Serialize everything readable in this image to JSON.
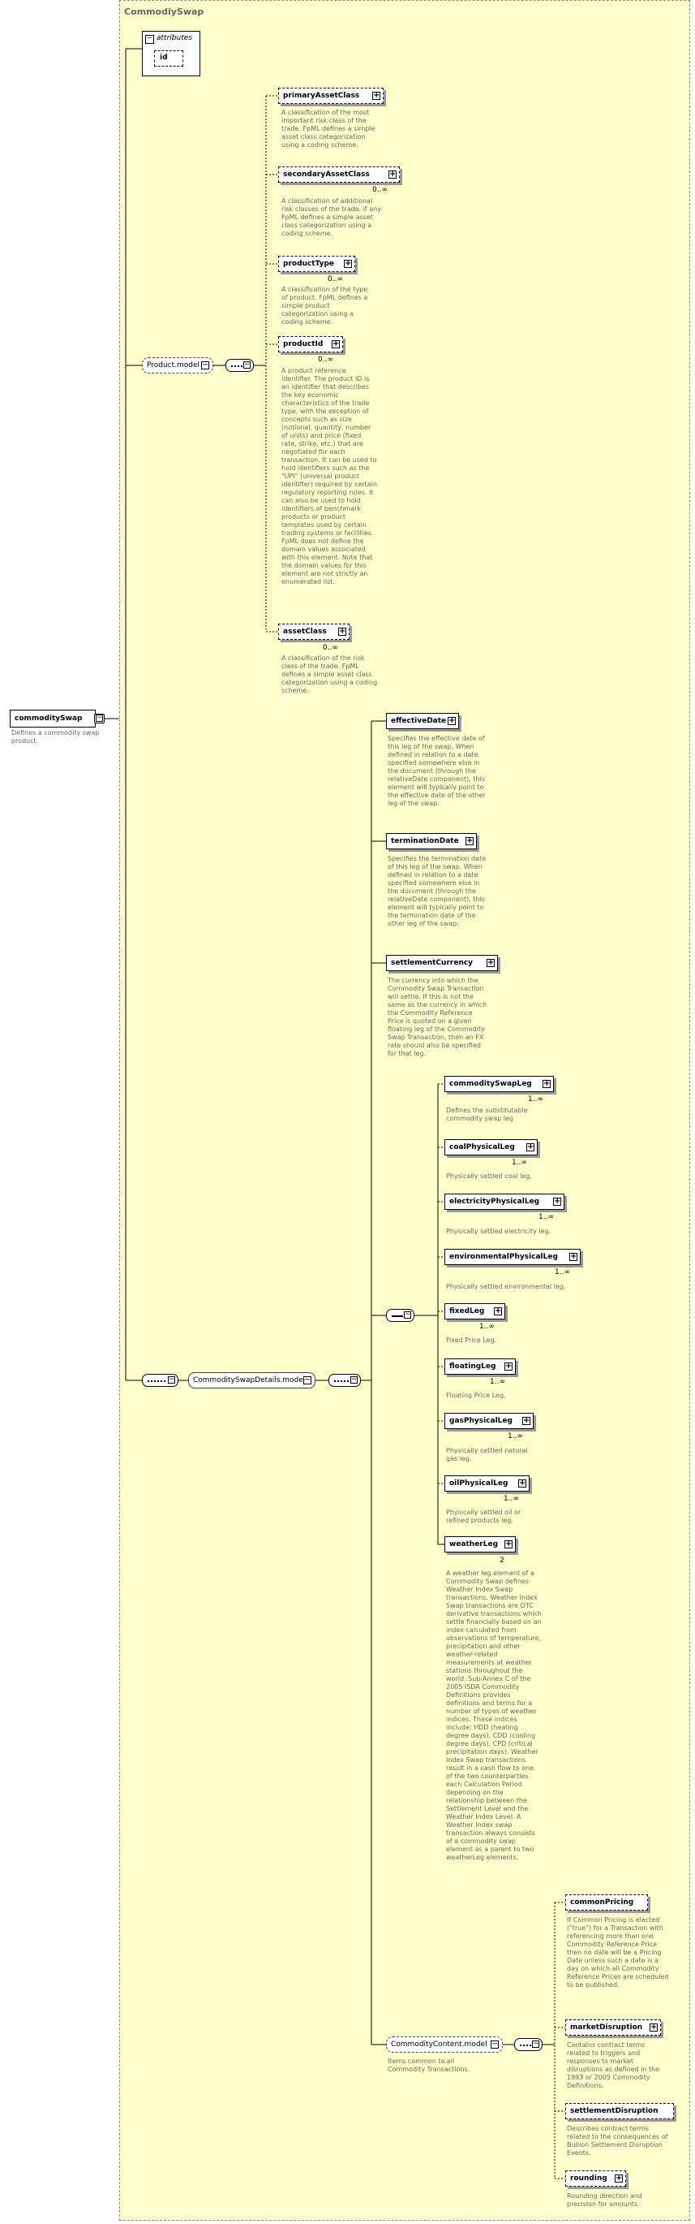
{
  "title": "CommodiySwap",
  "root": {
    "name": "commoditySwap",
    "doc": "Defines a commodity swap product."
  },
  "attributes": {
    "label": "attributes",
    "items": [
      "id"
    ]
  },
  "product_model": {
    "name": "Product.model",
    "children": [
      {
        "name": "primaryAssetClass",
        "occurs": "",
        "doc": "A classification of the most important risk class of the trade. FpML defines a simple asset class categorization using a coding scheme."
      },
      {
        "name": "secondaryAssetClass",
        "occurs": "0..∞",
        "doc": "A classification of additional risk classes of the trade, if any. FpML defines a simple asset class categorization using a coding scheme."
      },
      {
        "name": "productType",
        "occurs": "0..∞",
        "doc": "A classification of the type of product. FpML defines a simple product categorization using a coding scheme."
      },
      {
        "name": "productId",
        "occurs": "0..∞",
        "doc": "A product reference identifier. The product ID is an identifier that describes the key economic characteristics of the trade type, with the exception of concepts such as size (notional, quantity, number of units) and price (fixed rate, strike, etc.) that are negotiated for each transaction. It can be used to hold identifiers such as the \"UPI\" (universal product identifier) required by certain regulatory reporting rules. It can also be used to hold identifiers of benchmark products or product templates used by certain trading systems or facilities. FpML does not define the domain values associated with this element. Note that the domain values for this element are not strictly an enumerated list."
      },
      {
        "name": "assetClass",
        "occurs": "0..∞",
        "doc": "A classification of the risk class of the trade. FpML defines a simple asset class categorization using a coding scheme."
      }
    ]
  },
  "details_model": {
    "name": "CommoditySwapDetails.model",
    "children": [
      {
        "name": "effectiveDate",
        "doc": "Specifies the effective date of this leg of the swap. When defined in relation to a date specified somewhere else in the document (through the relativeDate component), this element will typically point to the effective date of the other leg of the swap."
      },
      {
        "name": "terminationDate",
        "doc": "Specifies the termination date of this leg of the swap. When defined in relation to a date specified somewhere else in the document (through the relativeDate component), this element will typically point to the termination date of the other leg of the swap."
      },
      {
        "name": "settlementCurrency",
        "doc": "The currency into which the Commodity Swap Transaction will settle. If this is not the same as the currency in which the Commodity Reference Price is quoted on a given floating leg of the Commodity Swap Transaction, then an FX rate should also be specified for that leg."
      }
    ],
    "choice": [
      {
        "name": "commoditySwapLeg",
        "occurs": "1..∞",
        "doc": "Defines the substitutable commodity swap leg"
      },
      {
        "name": "coalPhysicalLeg",
        "occurs": "1..∞",
        "doc": "Physically settled coal leg."
      },
      {
        "name": "electricityPhysicalLeg",
        "occurs": "1..∞",
        "doc": "Physically settled electricity leg."
      },
      {
        "name": "environmentalPhysicalLeg",
        "occurs": "1..∞",
        "doc": "Physically settled environmental leg."
      },
      {
        "name": "fixedLeg",
        "occurs": "1..∞",
        "doc": "Fixed Price Leg."
      },
      {
        "name": "floatingLeg",
        "occurs": "1..∞",
        "doc": "Floating Price Leg."
      },
      {
        "name": "gasPhysicalLeg",
        "occurs": "1..∞",
        "doc": "Physically settled natural gas leg."
      },
      {
        "name": "oilPhysicalLeg",
        "occurs": "1..∞",
        "doc": "Physically settled oil or refined products leg."
      }
    ],
    "weather": {
      "name": "weatherLeg",
      "occurs": "2",
      "doc": "A weather leg element of a Commodity Swap defines Weather Index Swap transactions. Weather Index Swap transactions are OTC derivative transactions which settle financially based on an index calculated from observations of temperature, precipitation and other weather-related measurements at weather stations throughout the world. Sub-Annex C of the 2005 ISDA Commodity Definitions provides definitions and terms for a number of types of weather indices. These indices include: HDD (heating degree days), CDD (cooling degree days), CPD (critical precipitation days). Weather Index Swap transactions result in a cash flow to one of the two counterparties each Calculation Period depending on the relationship between the Settlement Level and the Weather Index Level. A Weather Index swap transaction always consists of a commodity swap element as a parent to two weatherLeg elements."
    }
  },
  "content_model": {
    "name": "CommodityContent.model",
    "doc": "Items common to all Commodity Transactions.",
    "children": [
      {
        "name": "commonPricing",
        "doc": "If Common Pricing is elected (\"true\") for a Transaction with referencing more than one Commodity Reference Price then no date will be a Pricing Date unless such a date is a day on which all Commodity Reference Prices are scheduled to be published."
      },
      {
        "name": "marketDisruption",
        "doc": "Contains contract terms related to triggers and responses to market disruptions as defined in the 1993 or 2005 Commodity Definitions."
      },
      {
        "name": "settlementDisruption",
        "doc": "Describes contract terms related to the consequences of Bullion Settlement Disruption Events."
      },
      {
        "name": "rounding",
        "doc": "Rounding direction and precision for amounts."
      }
    ]
  }
}
